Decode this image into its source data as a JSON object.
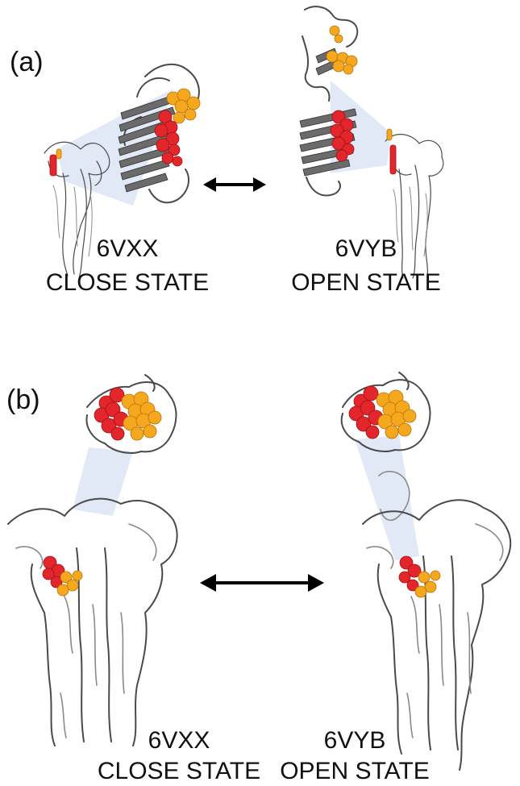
{
  "figure": {
    "panel_a": {
      "label": "(a)",
      "left_caption": {
        "id": "6VXX",
        "state": "CLOSE STATE"
      },
      "right_caption": {
        "id": "6VYB",
        "state": "OPEN STATE"
      }
    },
    "panel_b": {
      "label": "(b)",
      "left_caption": {
        "id": "6VXX",
        "state": "CLOSE STATE"
      },
      "right_caption": {
        "id": "6VYB",
        "state": "OPEN STATE"
      }
    }
  },
  "colors": {
    "background": "#ffffff",
    "protein_ribbon": "#5a5a5a",
    "highlight_red": "#e3262b",
    "highlight_orange": "#f5a81e",
    "zoom_cone": "#c8d7ef",
    "arrow": "#000000"
  }
}
